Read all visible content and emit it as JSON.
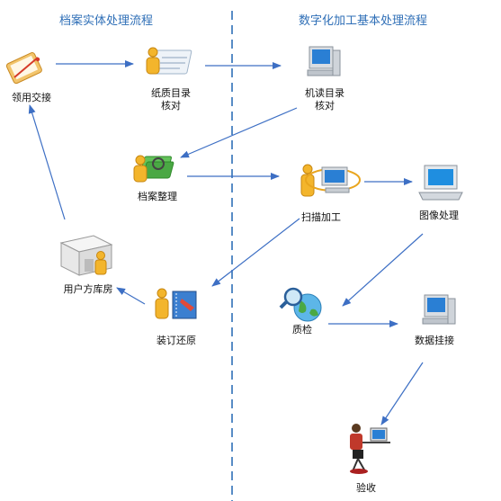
{
  "headings": {
    "left": "档案实体处理流程",
    "right": "数字化加工基本处理流程"
  },
  "nodes": {
    "receive": {
      "label": "领用交接",
      "icon": "clipboard-icon"
    },
    "paper_check": {
      "label": "纸质目录\n核对",
      "icon": "person-document-icon"
    },
    "machine_check": {
      "label": "机读目录\n核对",
      "icon": "computer-icon"
    },
    "organize": {
      "label": "档案整理",
      "icon": "person-folders-icon"
    },
    "scan": {
      "label": "扫描加工",
      "icon": "person-computer-icon"
    },
    "image": {
      "label": "图像处理",
      "icon": "monitor-icon"
    },
    "warehouse": {
      "label": "用户方库房",
      "icon": "warehouse-icon"
    },
    "binding": {
      "label": "装订还原",
      "icon": "person-binder-icon"
    },
    "qc": {
      "label": "质检",
      "icon": "magnifier-globe-icon"
    },
    "mount": {
      "label": "数据挂接",
      "icon": "computer-icon"
    },
    "accept": {
      "label": "验收",
      "icon": "person-at-desk-icon"
    }
  },
  "colors": {
    "heading": "#2f6fb7",
    "arrow": "#3d6fc4",
    "divider": "#2f6fb7"
  }
}
